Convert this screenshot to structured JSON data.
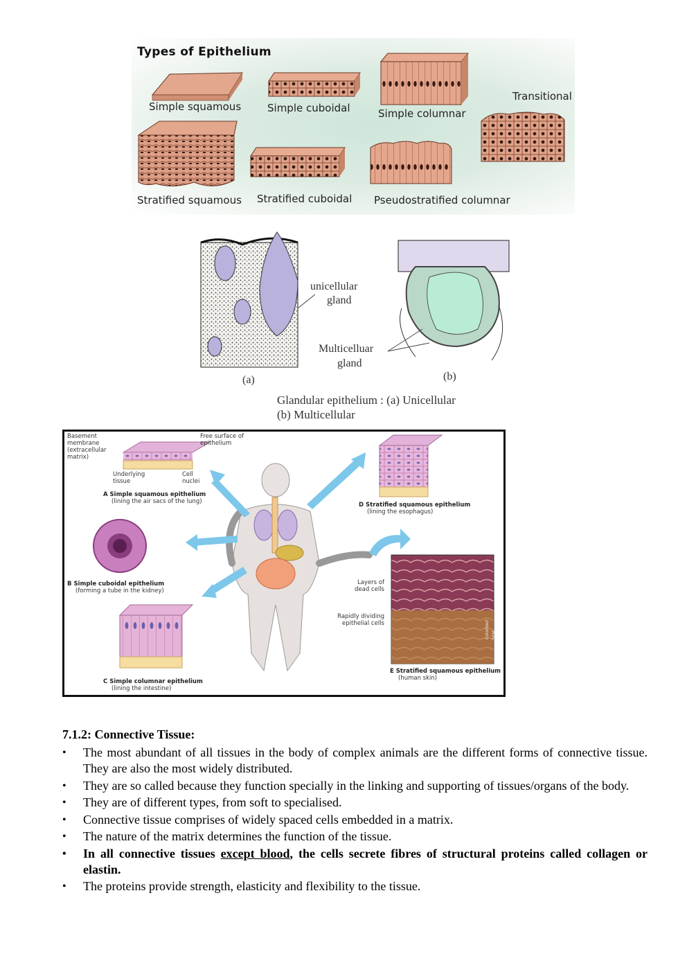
{
  "figure1": {
    "title": "Types of Epithelium",
    "labels": {
      "simple_squamous": "Simple squamous",
      "simple_cuboidal": "Simple cuboidal",
      "simple_columnar": "Simple columnar",
      "transitional": "Transitional",
      "stratified_squamous": "Stratified squamous",
      "stratified_cuboidal": "Stratified cuboidal",
      "pseudostratified_columnar": "Pseudostratified columnar"
    }
  },
  "figure2": {
    "label_unicellular_1": "unicellular",
    "label_unicellular_2": "gland",
    "label_multicellular_1": "Multicelluar",
    "label_multicellular_2": "gland",
    "panel_a": "(a)",
    "panel_b": "(b)",
    "caption_line1": "Glandular epithelium : (a) Unicellular",
    "caption_line2": "(b) Multicellular"
  },
  "figure3": {
    "basement": "Basement membrane (extracellular matrix)",
    "free_surface": "Free surface of epithelium",
    "underlying": "Underlying tissue",
    "cell_nuclei": "Cell nuclei",
    "a_title": "A  Simple squamous epithelium",
    "a_sub": "(lining the air sacs of the lung)",
    "b_title": "B  Simple cuboidal epithelium",
    "b_sub": "(forming a tube in the kidney)",
    "c_title": "C  Simple columnar epithelium",
    "c_sub": "(lining the intestine)",
    "d_title": "D  Stratified squamous epithelium",
    "d_sub": "(lining the esophagus)",
    "e_title": "E  Stratified squamous epithelium",
    "e_sub": "(human skin)",
    "layers_dead": "Layers of dead cells",
    "rapidly_dividing": "Rapidly dividing epithelial cells",
    "sem": "Colorized SEM"
  },
  "section": {
    "heading": "7.1.2: Connective Tissue:",
    "bullets": [
      "The most abundant of all tissues in the body of complex animals are the different forms of connective tissue. They are also the most widely distributed.",
      "They are so called because they function specially in the linking and supporting of tissues/organs of the body.",
      "They are of different types, from soft to specialised.",
      "Connective tissue comprises of widely spaced cells embedded in a matrix.",
      "The nature of the matrix determines the function of the tissue."
    ],
    "bold_bullet": {
      "part1": "In all connective tissues ",
      "underlined": "except blood",
      "part2": ", the cells secrete fibres of structural proteins called collagen or elastin."
    },
    "last_bullet": "The proteins provide strength, elasticity and flexibility to the tissue."
  }
}
